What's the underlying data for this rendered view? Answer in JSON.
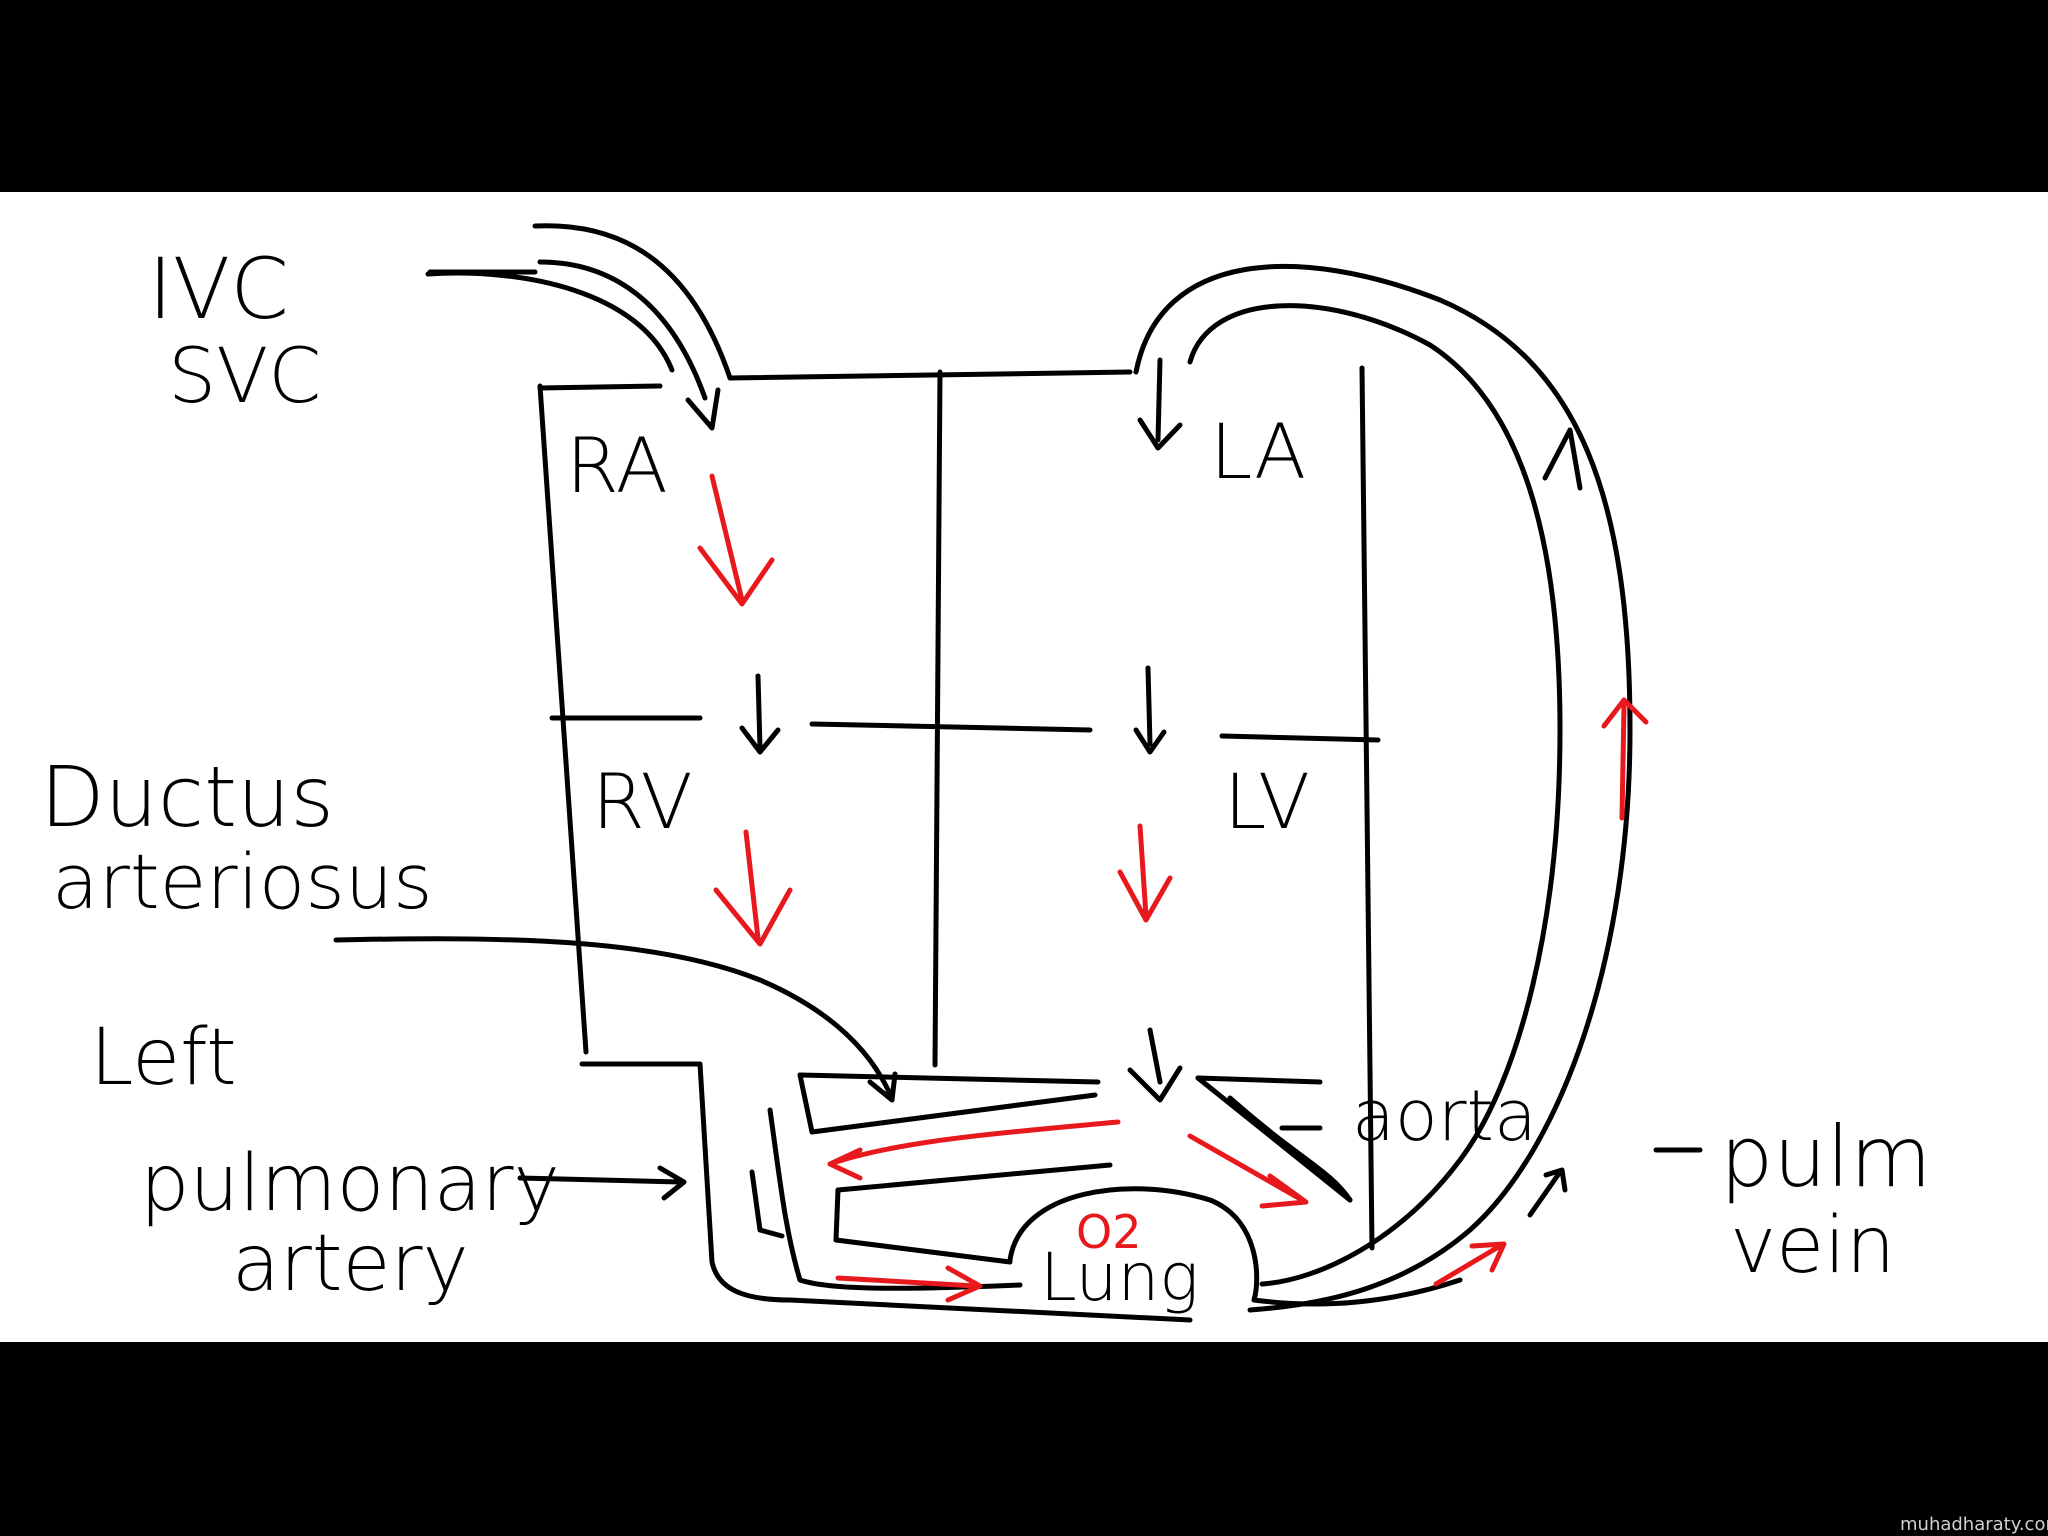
{
  "labels": {
    "ivc": "IVC",
    "svc": "SVC",
    "ra": "RA",
    "la": "LA",
    "rv": "RV",
    "lv": "LV",
    "ductus_line1": "Ductus",
    "ductus_line2": "arteriosus",
    "left": "Left",
    "pulmonary": "pulmonary",
    "artery": "artery",
    "aorta": "aorta",
    "pulm": "pulm",
    "vein": "vein",
    "lung": "Lung",
    "o2": "O2"
  },
  "watermark": "muhadharaty.com",
  "colors": {
    "ink": "#000000",
    "flow_arrow": "#e8191c",
    "background": "#ffffff",
    "letterbox": "#000000"
  }
}
